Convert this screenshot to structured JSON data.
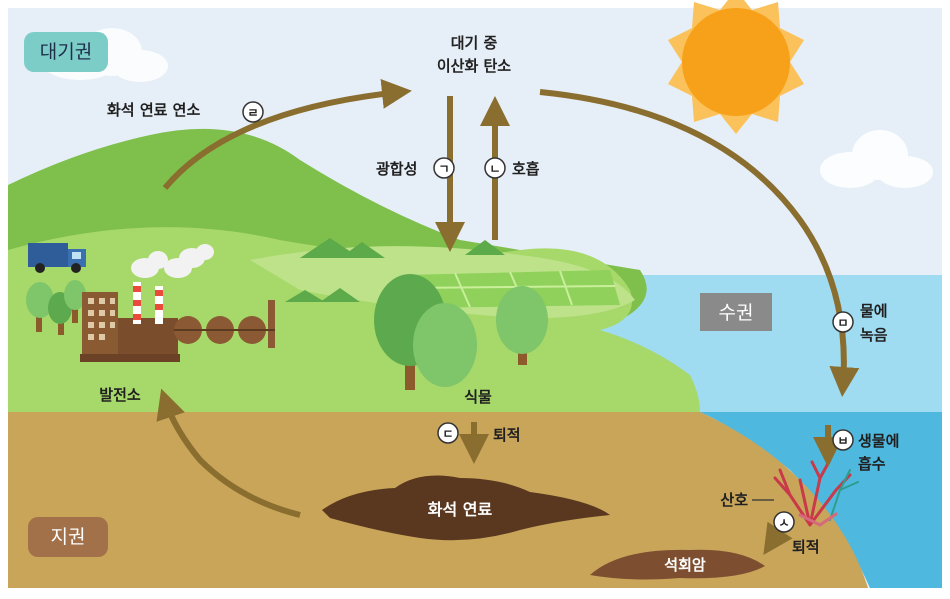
{
  "regions": {
    "atmosphere": "대기권",
    "hydrosphere": "수권",
    "geosphere": "지권"
  },
  "center_label": {
    "line1": "대기 중",
    "line2": "이산화 탄소"
  },
  "processes": {
    "a": {
      "marker": "ㄱ",
      "label": "광합성"
    },
    "b": {
      "marker": "ㄴ",
      "label": "호흡"
    },
    "c": {
      "marker": "ㄷ",
      "label": "퇴적"
    },
    "d": {
      "marker": "ㄹ",
      "label": "화석 연료 연소"
    },
    "e": {
      "marker": "ㅁ",
      "line1": "물에",
      "line2": "녹음"
    },
    "f": {
      "marker": "ㅂ",
      "line1": "생물에",
      "line2": "흡수"
    },
    "g": {
      "marker": "ㅅ",
      "label": "퇴적"
    }
  },
  "objects": {
    "power_plant": "발전소",
    "plants": "식물",
    "fossil_fuel": "화석 연료",
    "coral": "산호",
    "limestone": "석회암"
  },
  "colors": {
    "arrow": "#8a6e2f",
    "sky": "#e6eff7",
    "sea": "#9fdcf2",
    "deep_sea": "#4fb8de",
    "ground": "#c9a55a",
    "grass": "#a7d86a",
    "mountain": "#79b84a",
    "sun": "#f7a11a",
    "atmo_badge": "#7ccdc8",
    "hydro_badge": "#8a8a8a",
    "geo_badge": "#a2714a"
  }
}
